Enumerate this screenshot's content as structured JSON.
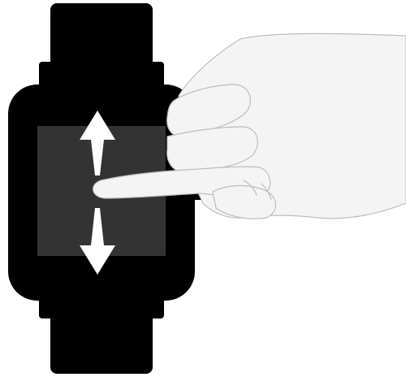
{
  "illustration": {
    "subject": "smartwatch-swipe-gesture",
    "gesture": "swipe-vertical",
    "icons": [
      "smartwatch-icon",
      "watch-screen",
      "arrow-up-icon",
      "arrow-down-icon",
      "hand-icon"
    ]
  },
  "colors": {
    "background": "#ffffff",
    "watch_body": "#000000",
    "watch_screen": "#333333",
    "arrow": "#ffffff",
    "hand_fill": "#f4f4f4",
    "hand_outline": "#bdbdbd"
  }
}
